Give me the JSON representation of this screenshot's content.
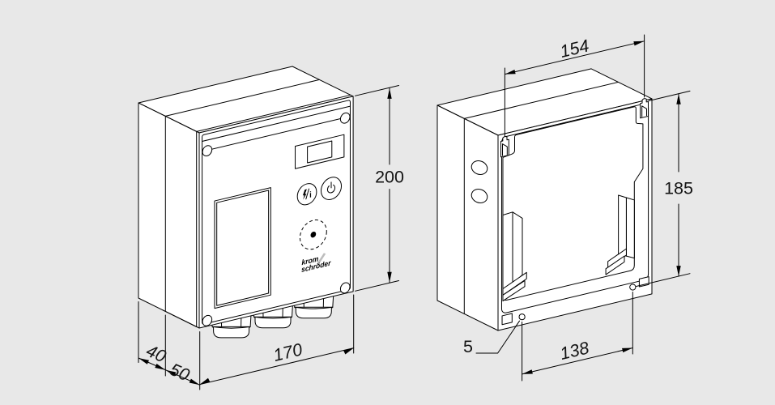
{
  "page": {
    "background": "#e8e8e8"
  },
  "drawing": {
    "line_color": "#000000",
    "face_color": "#ffffff",
    "text_color": "#141414",
    "views": {
      "front": {
        "name": "front-isometric-view",
        "dims": {
          "height": "200",
          "width": "170",
          "depth_housing": "40",
          "depth_door": "50"
        },
        "logo": {
          "line1": "krom",
          "line2": "schröder"
        },
        "icons": [
          "reset-info-icon",
          "power-icon",
          "optical-interface-dashed-circle",
          "display-window",
          "cable-glands"
        ]
      },
      "rear": {
        "name": "rear-open-view",
        "dims": {
          "hook_spacing": "154",
          "mount_height": "185",
          "hole_spacing": "138",
          "hole_diameter": "5"
        },
        "icons": [
          "mounting-hook",
          "mounting-hole",
          "knockout-oval",
          "support-bracket"
        ]
      }
    }
  }
}
